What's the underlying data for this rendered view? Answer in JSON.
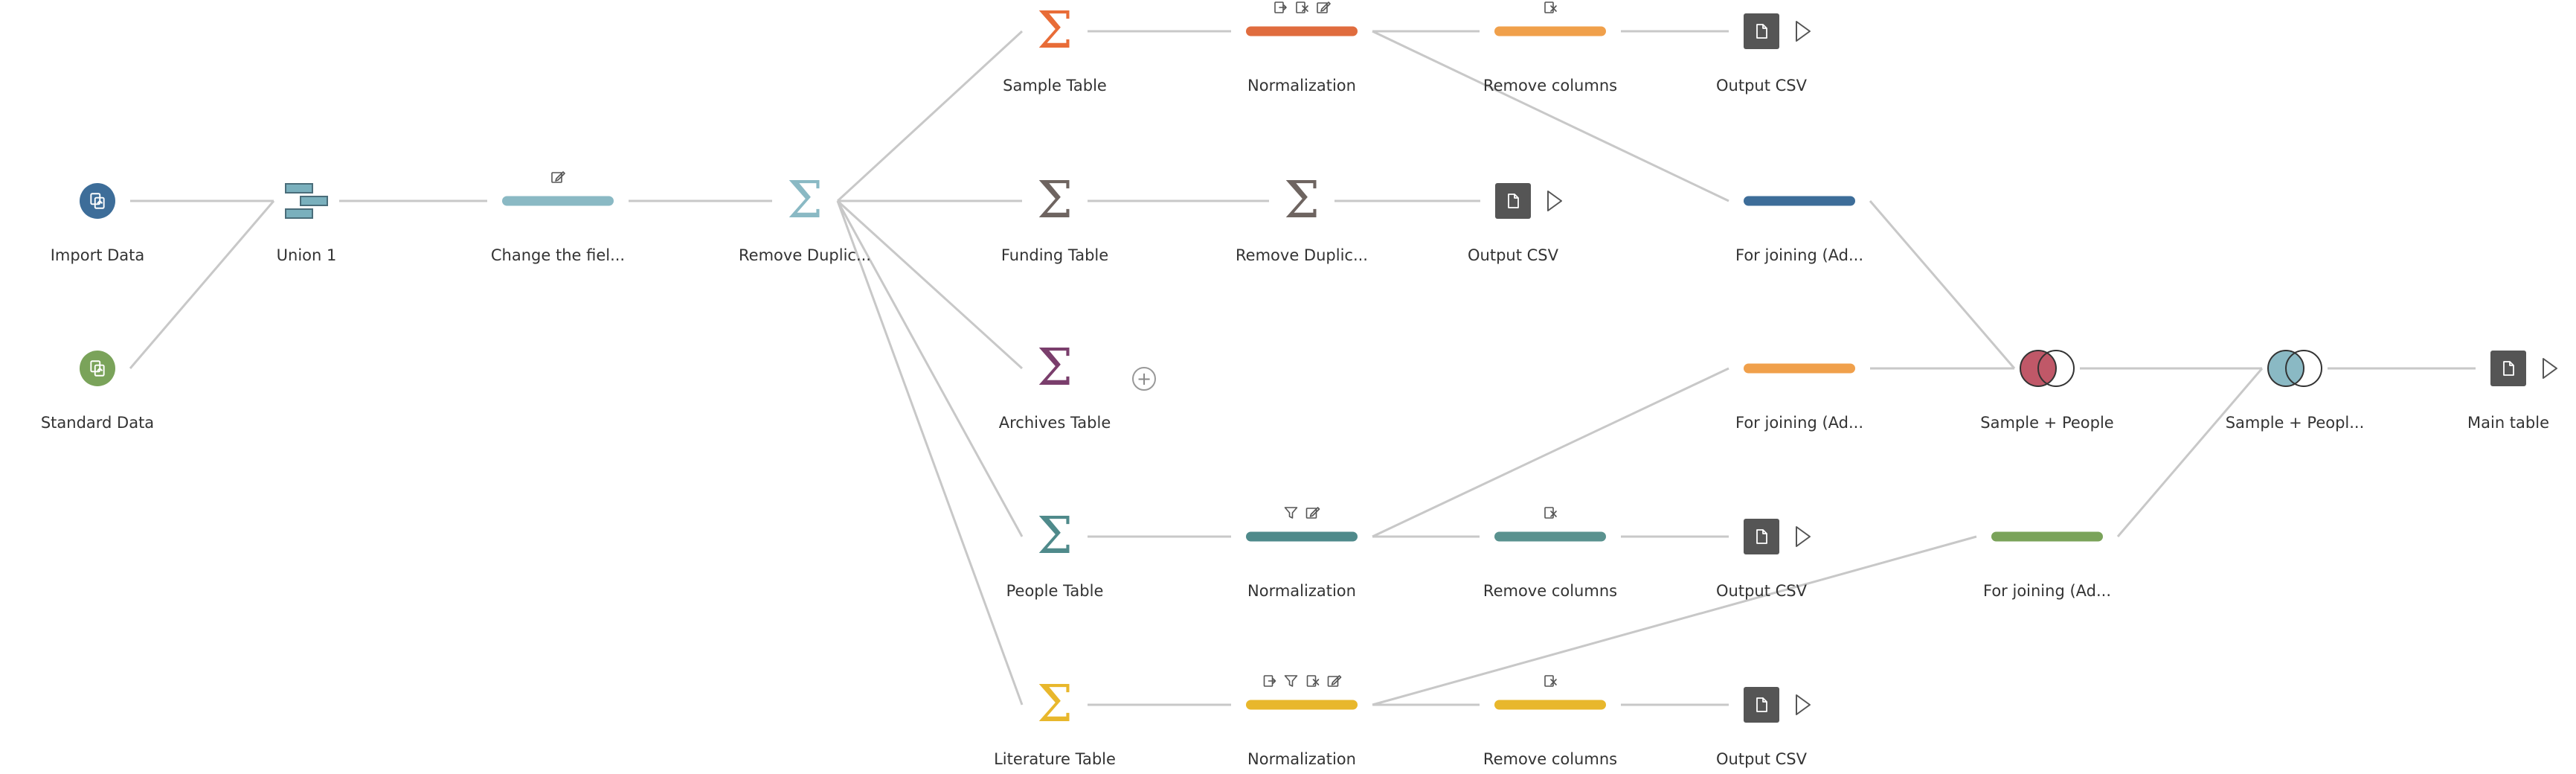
{
  "flow": {
    "nodes": [
      {
        "id": "import",
        "type": "input",
        "label": "Import Data",
        "color": "#3d6d99",
        "icon": "data-source-icon"
      },
      {
        "id": "standard",
        "type": "input",
        "label": "Standard Data",
        "color": "#7aa35a",
        "icon": "data-source-icon"
      },
      {
        "id": "union",
        "type": "union",
        "label": "Union 1",
        "color": "#7ab0bd",
        "icon": "union-icon"
      },
      {
        "id": "clean1",
        "type": "clean",
        "label": "Change the fiel...",
        "color": "#8ab9c4",
        "icons": [
          "edit-icon"
        ]
      },
      {
        "id": "agg1",
        "type": "aggregate",
        "label": "Remove Duplic...",
        "color": "#8ab9c4",
        "icon": "sigma-icon"
      },
      {
        "id": "sample",
        "type": "aggregate",
        "label": "Sample Table",
        "color": "#e86c37",
        "icon": "sigma-icon"
      },
      {
        "id": "funding",
        "type": "aggregate",
        "label": "Funding Table",
        "color": "#6e6460",
        "icon": "sigma-icon"
      },
      {
        "id": "archives",
        "type": "aggregate",
        "label": "Archives Table",
        "color": "#7a3e6c",
        "icon": "sigma-icon"
      },
      {
        "id": "people",
        "type": "aggregate",
        "label": "People Table",
        "color": "#4f8a8b",
        "icon": "sigma-icon"
      },
      {
        "id": "literature",
        "type": "aggregate",
        "label": "Literature Table",
        "color": "#e8b72c",
        "icon": "sigma-icon"
      },
      {
        "id": "norm1",
        "type": "clean",
        "label": "Normalization",
        "color": "#e06c3e",
        "icons": [
          "rename-icon",
          "remove-field-icon",
          "edit-icon"
        ]
      },
      {
        "id": "dedup2",
        "type": "aggregate",
        "label": "Remove Duplic...",
        "color": "#6e6460",
        "icon": "sigma-icon"
      },
      {
        "id": "norm2",
        "type": "clean",
        "label": "Normalization",
        "color": "#4f8a8b",
        "icons": [
          "filter-icon",
          "edit-icon"
        ]
      },
      {
        "id": "norm3",
        "type": "clean",
        "label": "Normalization",
        "color": "#e8b72c",
        "icons": [
          "rename-icon",
          "filter-icon",
          "remove-field-icon",
          "edit-icon"
        ]
      },
      {
        "id": "remcol1",
        "type": "clean",
        "label": "Remove columns",
        "color": "#f0a04b",
        "icons": [
          "remove-field-icon"
        ]
      },
      {
        "id": "outF",
        "type": "output",
        "label": "Output CSV",
        "color": "#555555",
        "icon": "document-icon"
      },
      {
        "id": "remcol2",
        "type": "clean",
        "label": "Remove columns",
        "color": "#5a928f",
        "icons": [
          "remove-field-icon"
        ]
      },
      {
        "id": "remcol3",
        "type": "clean",
        "label": "Remove columns",
        "color": "#e8b72c",
        "icons": [
          "remove-field-icon"
        ]
      },
      {
        "id": "out1",
        "type": "output",
        "label": "Output CSV",
        "color": "#555555",
        "icon": "document-icon"
      },
      {
        "id": "out2",
        "type": "output",
        "label": "Output CSV",
        "color": "#555555",
        "icon": "document-icon"
      },
      {
        "id": "out3",
        "type": "output",
        "label": "Output CSV",
        "color": "#555555",
        "icon": "document-icon"
      },
      {
        "id": "fj1",
        "type": "clean",
        "label": "For joining (Ad...",
        "color": "#3d6d99",
        "icons": []
      },
      {
        "id": "fj2",
        "type": "clean",
        "label": "For joining (Ad...",
        "color": "#f0a04b",
        "icons": []
      },
      {
        "id": "fj3",
        "type": "clean",
        "label": "For joining (Ad...",
        "color": "#7aa35a",
        "icons": []
      },
      {
        "id": "join1",
        "type": "join",
        "label": "Sample + People",
        "color": "#c05868",
        "icon": "join-icon"
      },
      {
        "id": "join2",
        "type": "join",
        "label": "Sample + Peopl...",
        "color": "#8ab9c4",
        "icon": "join-icon"
      },
      {
        "id": "main",
        "type": "output",
        "label": "Main table",
        "color": "#555555",
        "icon": "document-icon"
      }
    ],
    "edges": [
      [
        "import",
        "union"
      ],
      [
        "standard",
        "union"
      ],
      [
        "union",
        "clean1"
      ],
      [
        "clean1",
        "agg1"
      ],
      [
        "agg1",
        "sample"
      ],
      [
        "agg1",
        "funding"
      ],
      [
        "agg1",
        "archives"
      ],
      [
        "agg1",
        "people"
      ],
      [
        "agg1",
        "literature"
      ],
      [
        "sample",
        "norm1"
      ],
      [
        "norm1",
        "remcol1"
      ],
      [
        "remcol1",
        "out1"
      ],
      [
        "norm1",
        "fj1"
      ],
      [
        "funding",
        "dedup2"
      ],
      [
        "dedup2",
        "outF"
      ],
      [
        "people",
        "norm2"
      ],
      [
        "norm2",
        "remcol2"
      ],
      [
        "remcol2",
        "out2"
      ],
      [
        "norm2",
        "fj2"
      ],
      [
        "literature",
        "norm3"
      ],
      [
        "norm3",
        "remcol3"
      ],
      [
        "remcol3",
        "out3"
      ],
      [
        "norm3",
        "fj3"
      ],
      [
        "fj1",
        "join1"
      ],
      [
        "fj2",
        "join1"
      ],
      [
        "join1",
        "join2"
      ],
      [
        "fj3",
        "join2"
      ],
      [
        "join2",
        "main"
      ]
    ],
    "wire_color": "#c8c8c8",
    "add_step_icon": "plus-circle-icon"
  }
}
